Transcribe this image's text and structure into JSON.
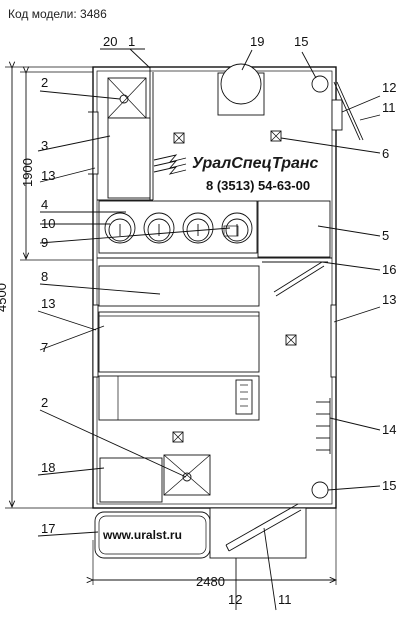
{
  "header": {
    "model_code": "Код модели: 3486"
  },
  "dimensions": {
    "width": "2480",
    "length": "4500",
    "partial_height": "1900"
  },
  "brand": {
    "name": "УралСпецТранс",
    "phone": "8 (3513) 54-63-00",
    "website": "www.uralst.ru"
  },
  "callouts": {
    "c1": "1",
    "c2_top": "2",
    "c2_bottom": "2",
    "c3": "3",
    "c4": "4",
    "c5": "5",
    "c6": "6",
    "c7": "7",
    "c8": "8",
    "c9": "9",
    "c10": "10",
    "c11_top": "11",
    "c11_bottom": "11",
    "c12_top": "12",
    "c12_bottom": "12",
    "c13_a": "13",
    "c13_b": "13",
    "c13_c": "13",
    "c14": "14",
    "c15_top": "15",
    "c15_bottom": "15",
    "c16": "16",
    "c17": "17",
    "c18": "18",
    "c19": "19",
    "c20": "20"
  }
}
